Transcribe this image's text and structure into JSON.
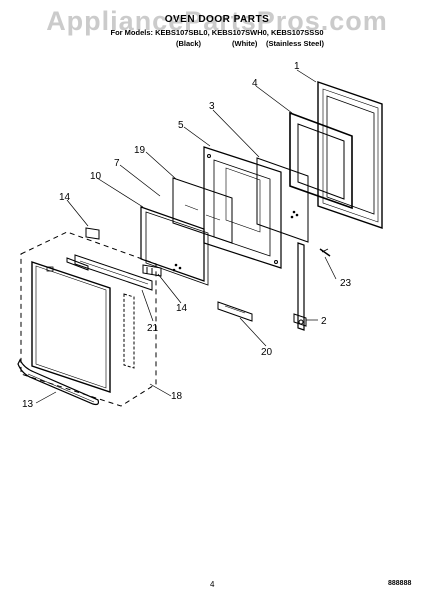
{
  "watermark": "AppliancePartsPros.com",
  "header": {
    "title": "OVEN DOOR PARTS",
    "models": "For Models: KEBS107SBL0, KEBS107SWH0, KEBS107SSS0",
    "colors": [
      "(Black)",
      "(White)",
      "(Stainless Steel)"
    ]
  },
  "callouts": [
    "1",
    "2",
    "3",
    "4",
    "5",
    "7",
    "10",
    "13",
    "14",
    "14",
    "18",
    "19",
    "20",
    "21",
    "23"
  ],
  "footer": {
    "page_number": "4",
    "doc_ref": "888888"
  }
}
